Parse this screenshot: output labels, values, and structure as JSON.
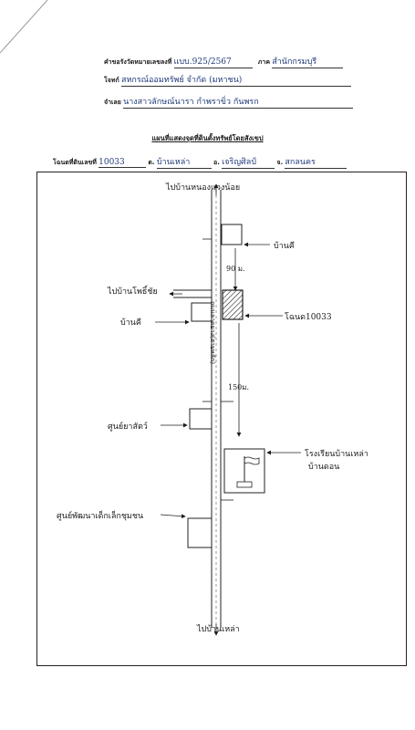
{
  "header": {
    "doc_no_label": "คำขอรังวัดหมายเลขลงที่",
    "doc_no_value": "แบบ.925/2567",
    "province_label": "ภาค",
    "province_value": "สำนักกรมบุรี",
    "applicant_label": "โจทก์",
    "applicant_value": "สหกรณ์ออมทรัพย์ จำกัด (มหาชน)",
    "defendant_label": "จำเลย",
    "defendant_value": "นางสาวลักษณ์นารา กำพราขิ่ว กันพรก"
  },
  "title": "แผนที่แสดงจุดที่ดินตั้งทรัพย์โดยสังเขป",
  "parcel": {
    "deed_label": "โฉนดที่ดินเลขที่",
    "deed_value": "10033",
    "subdistrict_label": "ต.",
    "subdistrict_value": "บ้านเหล่า",
    "district_label": "อ.",
    "district_value": "เจริญศิลป์",
    "province_label": "จ.",
    "province_value": "สกลนคร"
  },
  "map": {
    "top_road": "ไปบ้านหนองแวงน้อย",
    "bottom_road": "ไปบ้านเหล่า",
    "road_name": "ถนนลาดยาง(สายหลัก)",
    "house_1": "บ้านคี",
    "dist_1": "90 ม.",
    "left_road": "ไปบ้านโพธิ์ชัย",
    "house_2": "บ้านคี",
    "deed_marker": "โฉนด10033",
    "dist_2": "150ม.",
    "shop": "ศูนย์ยาสัตว์",
    "temple": "โรงเรียนบ้านเหล่า",
    "temple_2": "บ้านดอน",
    "school": "ศูนย์พัฒนาเด็กเล็กชุมชน"
  }
}
